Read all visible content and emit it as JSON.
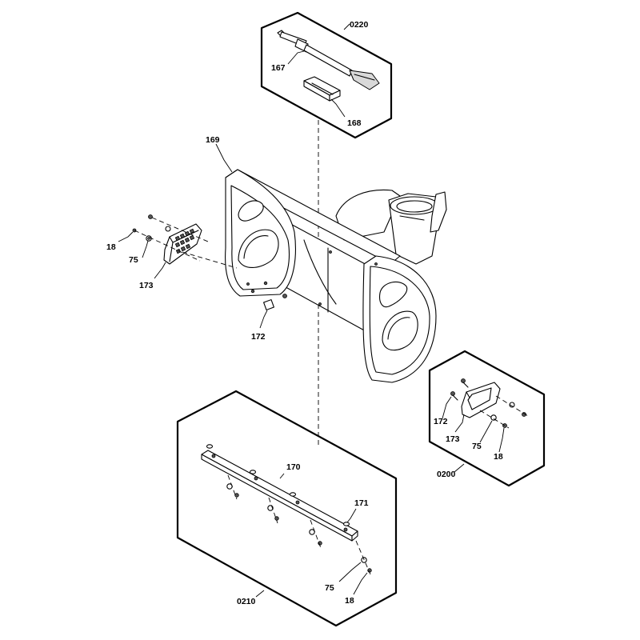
{
  "callouts": {
    "kit_0220": "0220",
    "kit_0210": "0210",
    "kit_0200": "0200",
    "p167": "167",
    "p168": "168",
    "p169": "169",
    "p170": "170",
    "p171": "171",
    "p172_left": "172",
    "p172_right": "172",
    "p173_left": "173",
    "p173_right": "173",
    "p18_left": "18",
    "p18_right": "18",
    "p18_bottom": "18",
    "p75_left": "75",
    "p75_right": "75",
    "p75_bottom": "75"
  }
}
